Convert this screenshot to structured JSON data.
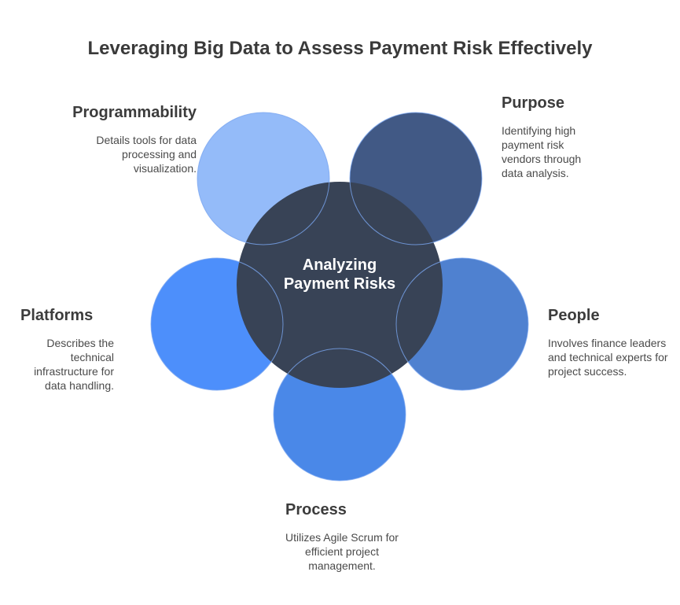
{
  "title": "Leveraging Big Data to Assess Payment Risk Effectively",
  "center": {
    "label": "Analyzing Payment Risks",
    "color": "#384356"
  },
  "items": {
    "programmability": {
      "title": "Programmability",
      "desc": "Details tools for data processing and visualization.",
      "color": "#94BBF9"
    },
    "purpose": {
      "title": "Purpose",
      "desc": "Identifying high payment risk vendors through data analysis.",
      "color": "#415985"
    },
    "people": {
      "title": "People",
      "desc": "Involves finance leaders and technical experts for project success.",
      "color": "#4F81D0"
    },
    "process": {
      "title": "Process",
      "desc": "Utilizes Agile Scrum for efficient project management.",
      "color": "#4A88E8"
    },
    "platforms": {
      "title": "Platforms",
      "desc": "Describes the technical infrastructure for data handling.",
      "color": "#4D8FFB"
    }
  }
}
